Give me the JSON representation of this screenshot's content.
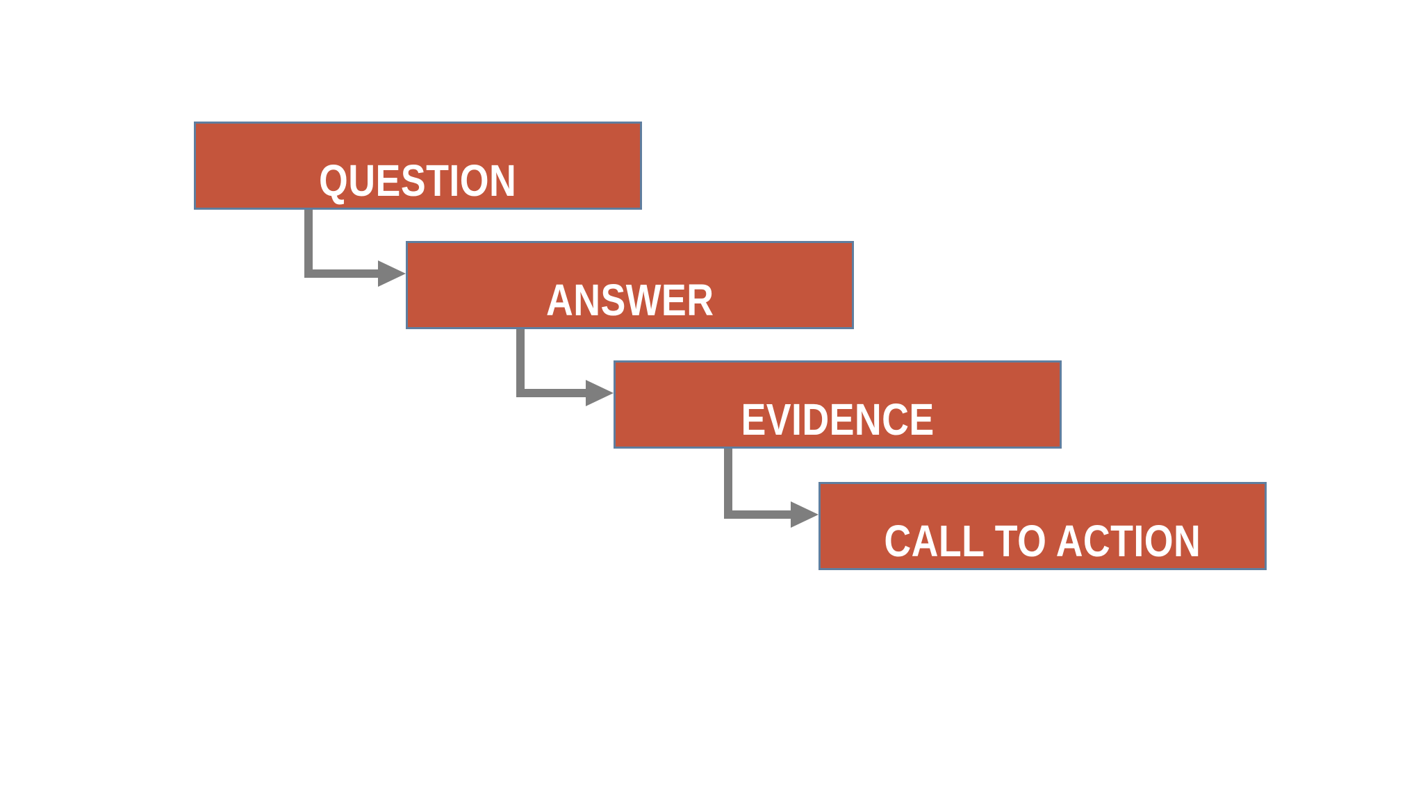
{
  "diagram": {
    "type": "flowchart-staircase",
    "steps": [
      {
        "label": "QUESTION"
      },
      {
        "label": "ANSWER"
      },
      {
        "label": "EVIDENCE"
      },
      {
        "label": "CALL TO ACTION"
      }
    ],
    "connectors": [
      {
        "from": "QUESTION",
        "to": "ANSWER",
        "style": "elbow-arrow"
      },
      {
        "from": "ANSWER",
        "to": "EVIDENCE",
        "style": "elbow-arrow"
      },
      {
        "from": "EVIDENCE",
        "to": "CALL TO ACTION",
        "style": "elbow-arrow"
      }
    ],
    "colors": {
      "box_fill": "#C4553C",
      "box_border": "#5F7E9F",
      "arrow": "#7E7E7E",
      "label_text": "#FFFFFF",
      "background": "#FFFFFF"
    }
  }
}
